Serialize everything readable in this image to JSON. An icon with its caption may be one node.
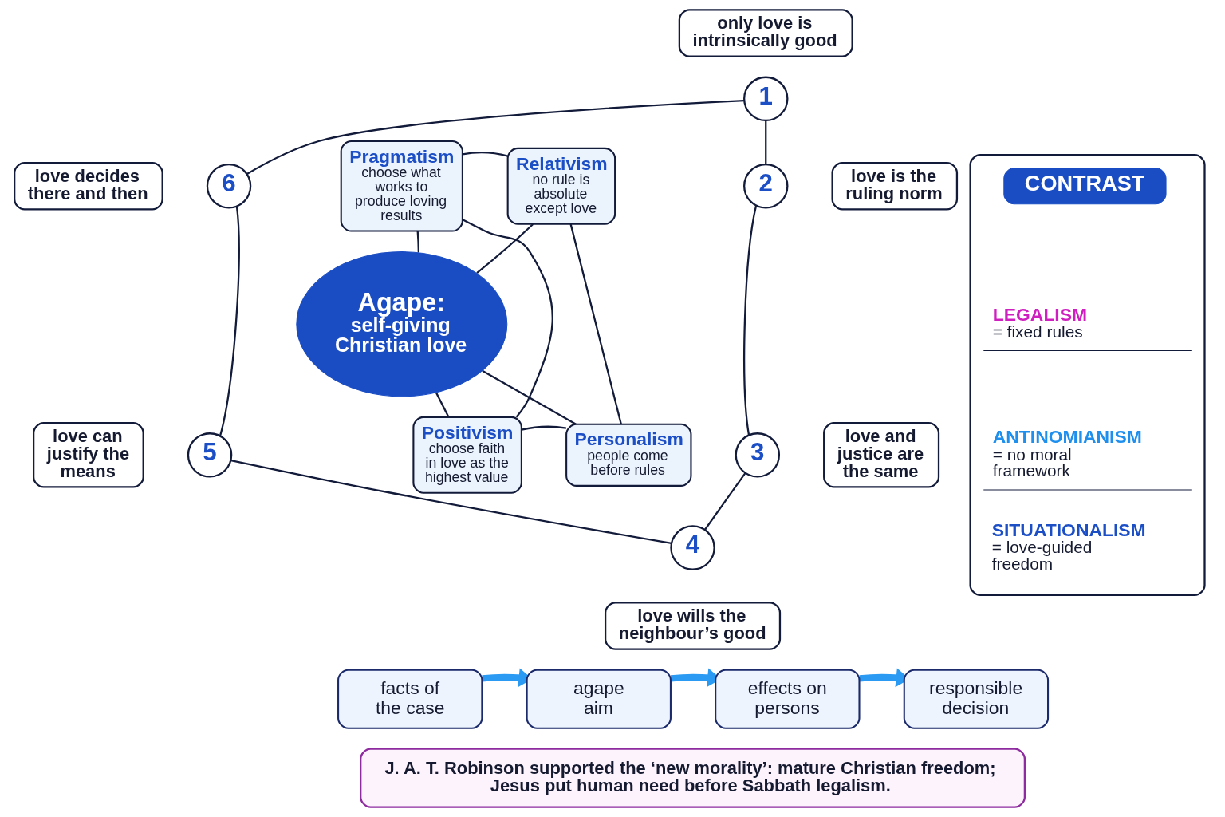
{
  "diagram": {
    "nodes": [
      {
        "text": [
          "only love is intrinsically good"
        ]
      },
      {
        "text": [
          "1"
        ]
      },
      {
        "text": [
          "love decides there and then"
        ]
      },
      {
        "text": [
          "6"
        ]
      },
      {
        "text": [
          "Pragmatism",
          "choose what works to produce loving results"
        ]
      },
      {
        "text": [
          "Relativism",
          "no rule is absolute except love"
        ]
      },
      {
        "text": [
          "2"
        ]
      },
      {
        "text": [
          "love is the ruling norm"
        ]
      },
      {
        "text": [
          "Agape:",
          "self-giving Christian love"
        ]
      },
      {
        "text": [
          "love can justify the means"
        ]
      },
      {
        "text": [
          "5"
        ]
      },
      {
        "text": [
          "Positivism",
          "choose faith in love as the highest value"
        ]
      },
      {
        "text": [
          "Personalism",
          "people come before rules"
        ]
      },
      {
        "text": [
          "3"
        ]
      },
      {
        "text": [
          "love and justice are the same"
        ]
      },
      {
        "text": [
          "4"
        ]
      },
      {
        "text": [
          "love wills the neighbour’s good"
        ]
      },
      {
        "text": [],
        "shape": "box"
      },
      {
        "text": [
          "CONTRAST"
        ],
        "in": 17
      },
      {
        "text": [
          "LEGALISM",
          "= fixed rules"
        ],
        "in": 17
      },
      {
        "text": [
          "ANTINOMIANISM",
          "= no moral framework"
        ],
        "in": 17
      },
      {
        "text": [
          "SITUATIONALISM",
          "= love-guided freedom"
        ],
        "in": 17
      },
      {
        "text": [
          "facts of the case"
        ]
      },
      {
        "text": [
          "agape aim"
        ]
      },
      {
        "text": [
          "effects on persons"
        ]
      },
      {
        "text": [
          "responsible decision"
        ]
      },
      {
        "text": [
          "J. A. T. Robinson supported the ‘new morality’: mature Christian freedom; Jesus put human need before Sabbath legalism."
        ]
      }
    ],
    "edges": [
      {
        "from": 1,
        "to": 6,
        "arrow": "none"
      },
      {
        "from": 6,
        "to": 13,
        "arrow": "none"
      },
      {
        "from": 13,
        "to": 15,
        "arrow": "none"
      },
      {
        "from": 15,
        "to": 10,
        "arrow": "none"
      },
      {
        "from": 10,
        "to": 3,
        "arrow": "none"
      },
      {
        "from": 3,
        "to": 1,
        "arrow": "none"
      },
      {
        "from": 4,
        "to": 5,
        "arrow": "none"
      },
      {
        "from": 5,
        "to": 12,
        "arrow": "none"
      },
      {
        "from": 12,
        "to": 11,
        "arrow": "none"
      },
      {
        "from": 11,
        "to": 4,
        "arrow": "none"
      },
      {
        "from": 8,
        "to": 4,
        "arrow": "none"
      },
      {
        "from": 8,
        "to": 5,
        "arrow": "none"
      },
      {
        "from": 8,
        "to": 11,
        "arrow": "none"
      },
      {
        "from": 8,
        "to": 12,
        "arrow": "none"
      },
      {
        "from": 22,
        "to": 23,
        "arrow": "to",
        "style": "thick",
        "color": "#2b9af3"
      },
      {
        "from": 23,
        "to": 24,
        "arrow": "to",
        "style": "thick",
        "color": "#2b9af3"
      },
      {
        "from": 24,
        "to": 25,
        "arrow": "to",
        "style": "thick",
        "color": "#2b9af3"
      }
    ]
  }
}
